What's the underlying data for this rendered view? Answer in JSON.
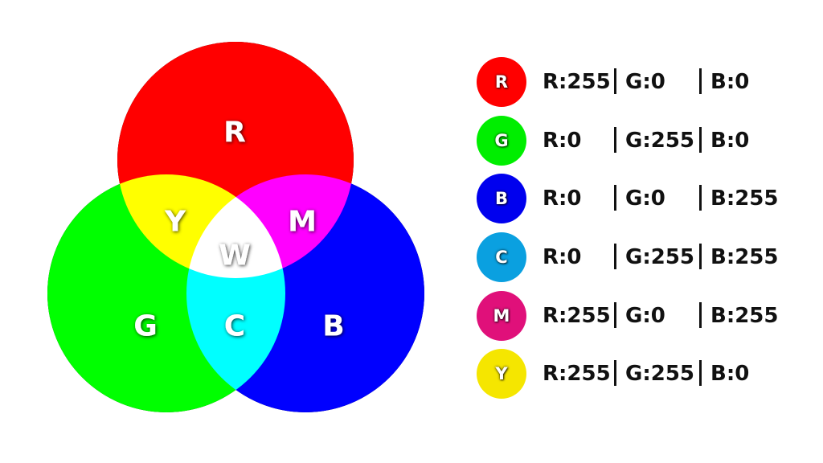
{
  "diagram": {
    "circles": [
      {
        "id": "red",
        "label": "R",
        "color": "#ff0000"
      },
      {
        "id": "green",
        "label": "G",
        "color": "#00ff00"
      },
      {
        "id": "blue",
        "label": "B",
        "color": "#0000ff"
      }
    ],
    "overlaps": {
      "yellow": "Y",
      "magenta": "M",
      "cyan": "C",
      "white": "W"
    }
  },
  "legend": [
    {
      "label": "R",
      "color": "#ff0000",
      "r": "R:255",
      "g": "G:0",
      "b": "B:0"
    },
    {
      "label": "G",
      "color": "#00ee00",
      "r": "R:0",
      "g": "G:255",
      "b": "B:0"
    },
    {
      "label": "B",
      "color": "#0000ee",
      "r": "R:0",
      "g": "G:0",
      "b": "B:255"
    },
    {
      "label": "C",
      "color": "#0aa0e0",
      "r": "R:0",
      "g": "G:255",
      "b": "B:255"
    },
    {
      "label": "M",
      "color": "#e0107a",
      "r": "R:255",
      "g": "G:0",
      "b": "B:255"
    },
    {
      "label": "Y",
      "color": "#f5e600",
      "r": "R:255",
      "g": "G:255",
      "b": "B:0"
    }
  ]
}
